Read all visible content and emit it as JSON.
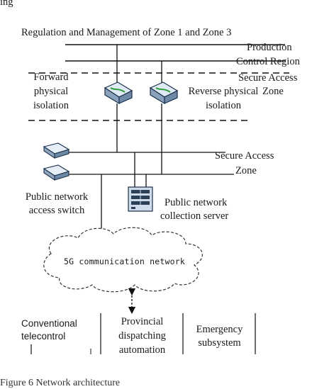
{
  "top_fragment": "ing",
  "header": "Regulation and Management of Zone 1 and Zone 3",
  "zones": {
    "production_line1": "Production",
    "production_line2": "Control Region",
    "secure_upper_line1": "Secure Access",
    "secure_upper_line2": "Zone",
    "secure_lower_line1": "Secure Access",
    "secure_lower_line2": "Zone"
  },
  "isolation": {
    "forward_line1": "Forward",
    "forward_line2": "physical",
    "forward_line3": "isolation",
    "reverse_line1": "Reverse physical",
    "reverse_line2": "isolation"
  },
  "switch_label_line1": "Public network",
  "switch_label_line2": "access switch",
  "server_label_line1": "Public network",
  "server_label_line2": "collection server",
  "cloud_label": "5G communication network",
  "subsystems": {
    "conventional_line1": "Conventional",
    "conventional_line2": "telecontrol",
    "provincial_line1": "Provincial",
    "provincial_line2": "dispatching",
    "provincial_line3": "automation",
    "emergency_line1": "Emergency",
    "emergency_line2": "subsystem"
  },
  "caption": "Figure 6 Network architecture"
}
